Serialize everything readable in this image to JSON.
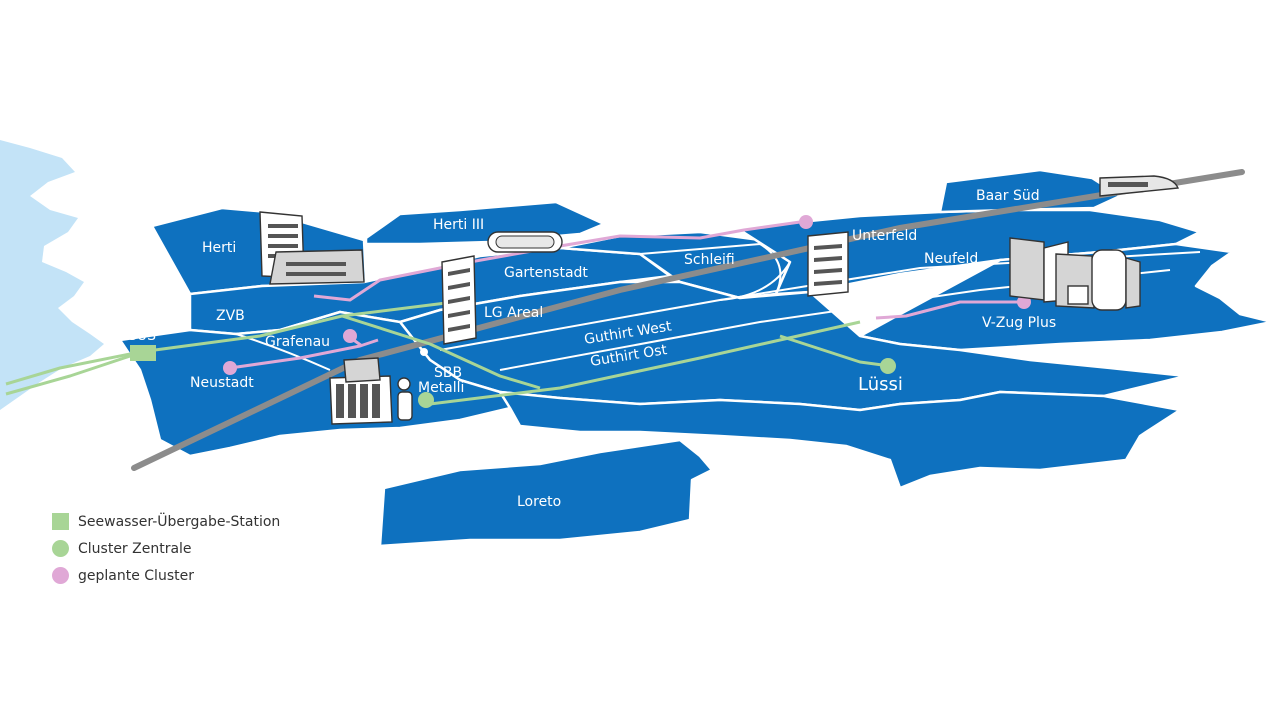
{
  "colors": {
    "district": "#0e71bf",
    "lake": "#c3e3f7",
    "rail": "#8c8c8c",
    "transfer_station": "#a8d596",
    "cluster_center": "#a8d596",
    "planned_cluster": "#e0a8d6"
  },
  "districts": {
    "herti": "Herti",
    "herti_iii": "Herti III",
    "gartenstadt": "Gartenstadt",
    "schleifi": "Schleifi",
    "unterfeld": "Unterfeld",
    "baar_sued": "Baar Süd",
    "neufeld": "Neufeld",
    "zvb": "ZVB",
    "lg_areal": "LG Areal",
    "grafenau": "Grafenau",
    "neustadt": "Neustadt",
    "sbb": "SBB",
    "metalli": "Metalli",
    "guthirt_west": "Guthirt West",
    "guthirt_ost": "Guthirt Ost",
    "luessi": "Lüssi",
    "v_zug_plus": "V-Zug Plus",
    "loreto": "Loreto"
  },
  "station": {
    "sues": "SÜS"
  },
  "icons": [
    "train-icon",
    "stadium-icon",
    "tower-icon",
    "factory-icon"
  ],
  "legend": {
    "items": [
      {
        "label": "Seewasser-Übergabe-Station",
        "symbol": "green-square"
      },
      {
        "label": "Cluster Zentrale",
        "symbol": "green-circle"
      },
      {
        "label": "geplante Cluster",
        "symbol": "pink-circle"
      }
    ]
  }
}
